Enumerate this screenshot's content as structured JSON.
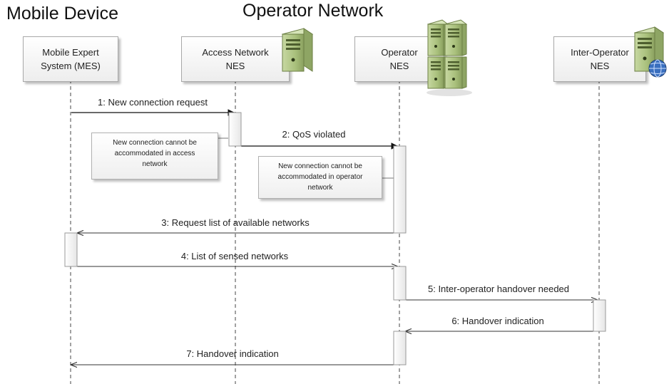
{
  "sections": {
    "mobile_device": "Mobile Device",
    "operator_network": "Operator Network"
  },
  "lifelines": [
    {
      "id": "mes",
      "line1": "Mobile Expert",
      "line2": "System (MES)"
    },
    {
      "id": "access",
      "line1": "Access Network",
      "line2": "NES",
      "icon": "server-icon"
    },
    {
      "id": "operator",
      "line1": "Operator",
      "line2": "NES",
      "icon": "server-cluster-icon"
    },
    {
      "id": "inter",
      "line1": "Inter-Operator",
      "line2": "NES",
      "icon": "server-globe-icon"
    }
  ],
  "messages": [
    {
      "label": "1: New connection request"
    },
    {
      "label": "2: QoS violated"
    },
    {
      "label": "3: Request list of available networks"
    },
    {
      "label": "4: List of sensed networks"
    },
    {
      "label": "5: Inter-operator handover needed"
    },
    {
      "label": "6: Handover indication"
    },
    {
      "label": "7: Handover indication"
    }
  ],
  "notes": [
    {
      "line1": "New connection cannot be",
      "line2": "accommodated in access",
      "line3": "network"
    },
    {
      "line1": "New connection cannot be",
      "line2": "accommodated in operator",
      "line3": "network"
    }
  ],
  "colors": {
    "line": "#333333",
    "box_border": "#a8a8a8",
    "server_green": "#b4c98a"
  }
}
